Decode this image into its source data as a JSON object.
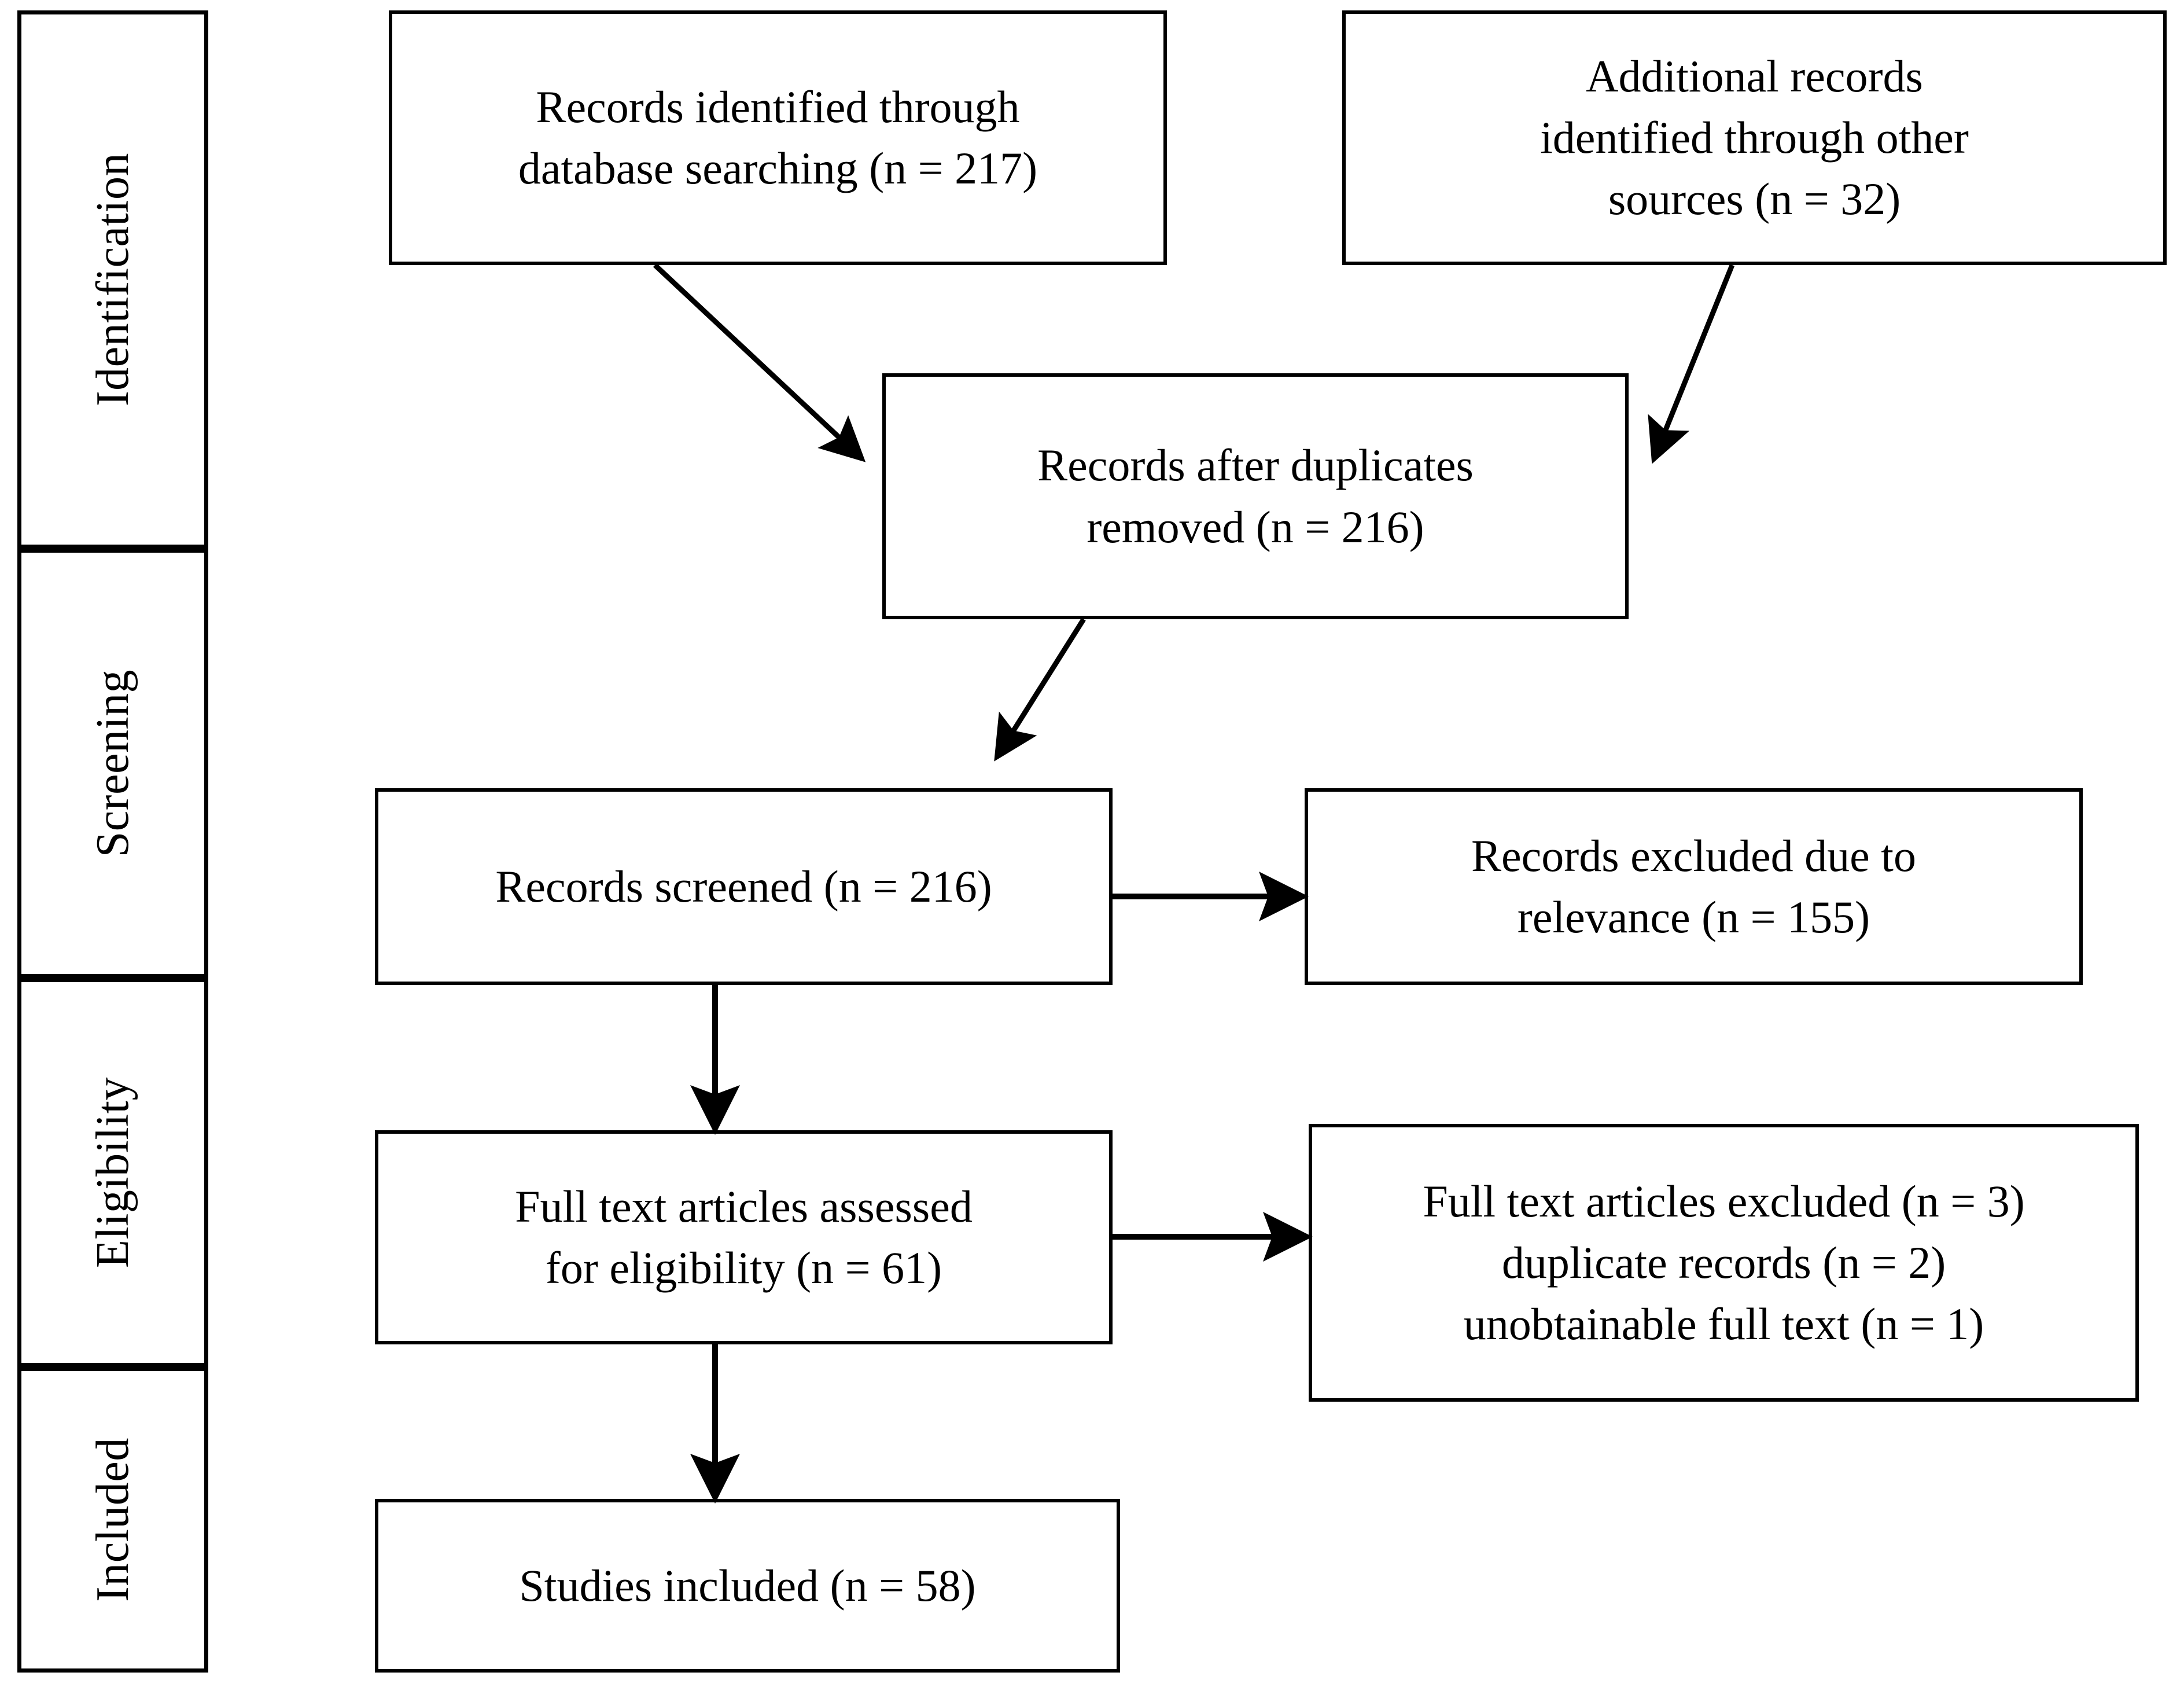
{
  "diagram": {
    "type": "prisma-flow-diagram",
    "stages": [
      {
        "id": "identification",
        "label": "Identification"
      },
      {
        "id": "screening",
        "label": "Screening"
      },
      {
        "id": "eligibility",
        "label": "Eligibility"
      },
      {
        "id": "included",
        "label": "Included"
      }
    ],
    "boxes": [
      {
        "id": "db-search",
        "text": "Records identified through\ndatabase searching (n = 217)",
        "n": 217
      },
      {
        "id": "other-sources",
        "text": "Additional records\nidentified through other\nsources (n = 32)",
        "n": 32
      },
      {
        "id": "duplicates-removed",
        "text": "Records after duplicates\nremoved (n = 216)",
        "n": 216
      },
      {
        "id": "records-screened",
        "text": "Records screened (n = 216)",
        "n": 216
      },
      {
        "id": "records-excluded",
        "text": "Records excluded due to\nrelevance (n = 155)",
        "n": 155
      },
      {
        "id": "fulltext-assessed",
        "text": "Full text articles assessed\nfor eligibility (n = 61)",
        "n": 61
      },
      {
        "id": "fulltext-excluded",
        "text": "Full text articles excluded (n = 3)\nduplicate records (n = 2)\nunobtainable full text (n = 1)",
        "n": 3
      },
      {
        "id": "studies-included",
        "text": "Studies included (n = 58)",
        "n": 58
      }
    ],
    "arrows": [
      {
        "id": "db-search-to-duplicates",
        "from": "db-search",
        "to": "duplicates-removed",
        "direction": "diagonal-down-right"
      },
      {
        "id": "other-sources-to-duplicates",
        "from": "other-sources",
        "to": "duplicates-removed",
        "direction": "diagonal-down-left"
      },
      {
        "id": "duplicates-to-screened",
        "from": "duplicates-removed",
        "to": "records-screened",
        "direction": "diagonal-down-left"
      },
      {
        "id": "screened-to-excluded",
        "from": "records-screened",
        "to": "records-excluded",
        "direction": "right"
      },
      {
        "id": "screened-to-fulltext",
        "from": "records-screened",
        "to": "fulltext-assessed",
        "direction": "down"
      },
      {
        "id": "fulltext-to-excluded",
        "from": "fulltext-assessed",
        "to": "fulltext-excluded",
        "direction": "right"
      },
      {
        "id": "fulltext-to-included",
        "from": "fulltext-assessed",
        "to": "studies-included",
        "direction": "down"
      }
    ],
    "colors": {
      "stroke": "#000000",
      "fill": "#ffffff",
      "text": "#000000"
    }
  }
}
